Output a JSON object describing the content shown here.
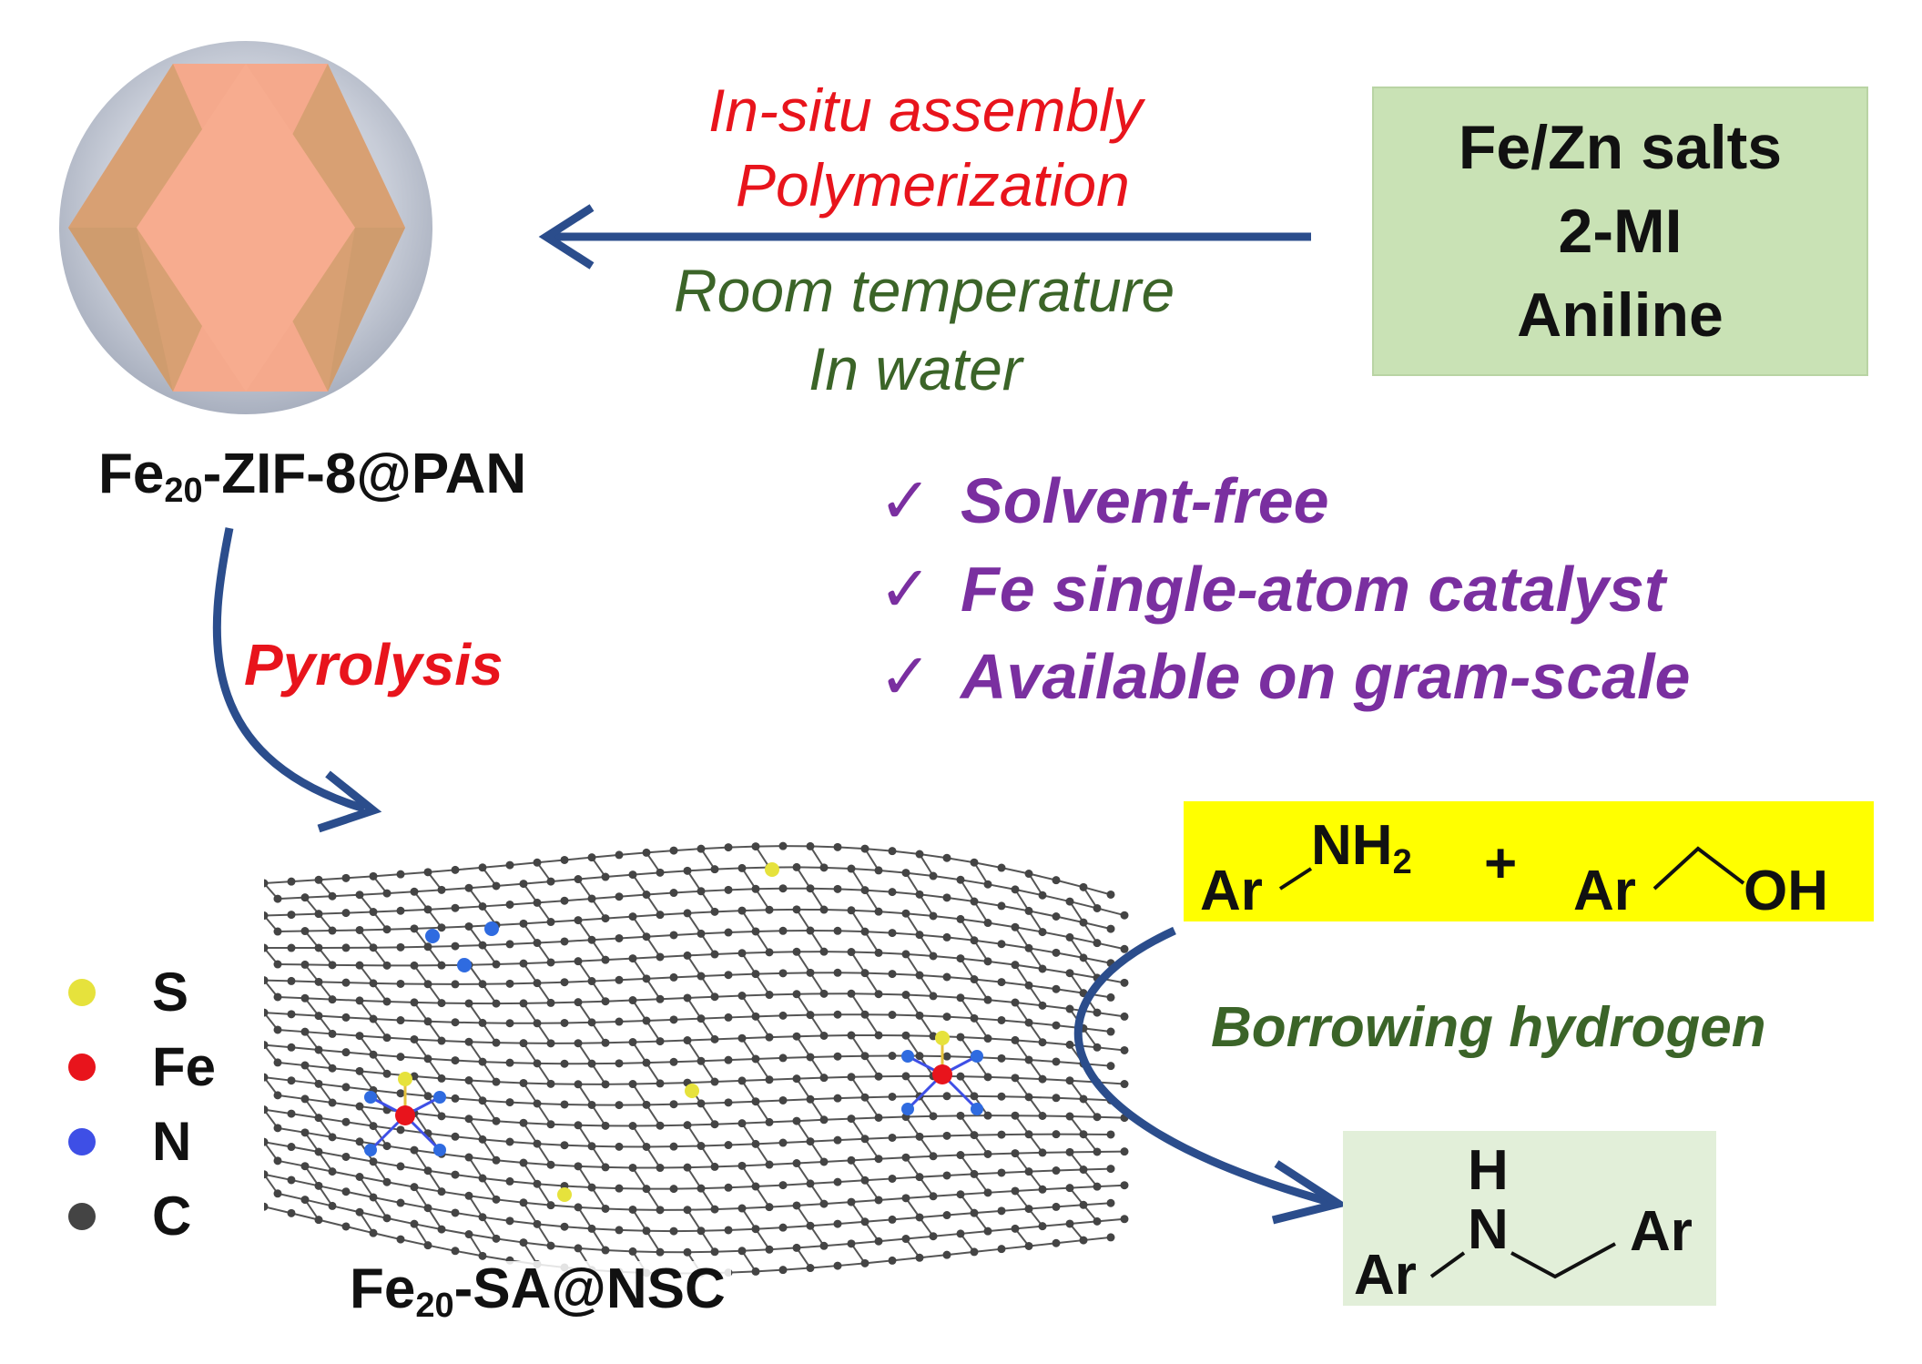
{
  "reagents": [
    "Fe/Zn salts",
    "2-MI",
    "Aniline"
  ],
  "step1": {
    "conditions_red": [
      "In-situ assembly",
      "Polymerization"
    ],
    "conditions_green": [
      "Room temperature",
      "In water"
    ]
  },
  "precursor_label": {
    "main": "Fe",
    "sub": "20",
    "rest": "-ZIF-8@PAN"
  },
  "step2_label": "Pyrolysis",
  "features": {
    "check_symbol": "✓",
    "items": [
      "Solvent-free",
      "Fe single-atom catalyst",
      "Available on gram-scale"
    ]
  },
  "catalyst_label": {
    "main": "Fe",
    "sub": "20",
    "rest": "-SA@NSC"
  },
  "legend": [
    {
      "label": "S",
      "color": "#e6e23c"
    },
    {
      "label": "Fe",
      "color": "#e8141c"
    },
    {
      "label": "N",
      "color": "#3e4fe6"
    },
    {
      "label": "C",
      "color": "#444444"
    }
  ],
  "reaction": {
    "reactant1": {
      "ar": "Ar",
      "group": "NH",
      "sub": "2"
    },
    "plus": "+",
    "reactant2": {
      "ar": "Ar",
      "group": "OH"
    },
    "process": "Borrowing hydrogen",
    "product": {
      "h": "H",
      "n": "N",
      "ar_left": "Ar",
      "ar_right": "Ar"
    }
  },
  "colors": {
    "arrow": "#2b4d8c",
    "red_text": "#e8141c",
    "green_text": "#3b6428",
    "purple_text": "#7a2fa0",
    "reagent_box": "#c9e2b5",
    "reactant_box": "#ffff00",
    "product_box": "#e2efd9",
    "shell": "#c5cad6",
    "core": "#f5a98c"
  }
}
